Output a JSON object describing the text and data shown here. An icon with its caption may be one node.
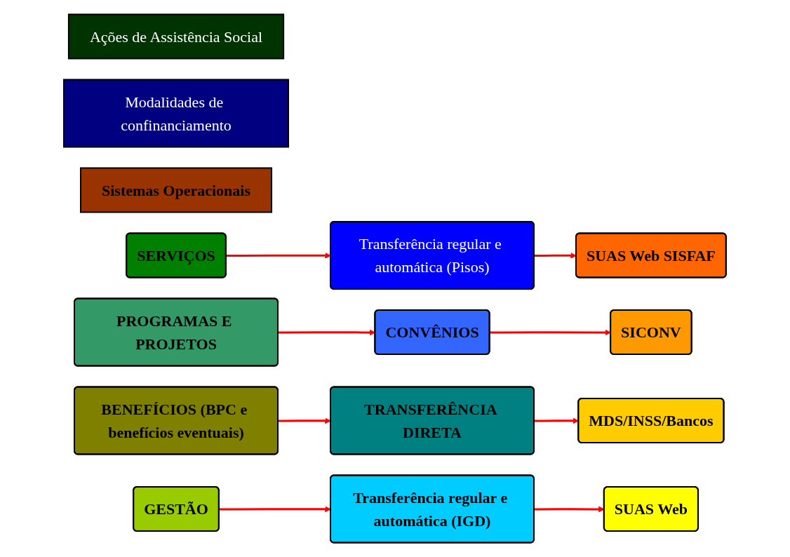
{
  "diagram": {
    "nodes": [
      {
        "text": [
          "Ações de Assistência Social"
        ]
      },
      {
        "text": [
          "Modalidades de confinanciamento"
        ]
      },
      {
        "text": [
          "Sistemas Operacionais"
        ]
      },
      {
        "text": [
          "SERVIÇOS"
        ]
      },
      {
        "text": [
          "Transferência regular e automática (Pisos)"
        ]
      },
      {
        "text": [
          "SUAS Web SISFAF"
        ]
      },
      {
        "text": [
          "PROGRAMAS E PROJETOS"
        ]
      },
      {
        "text": [
          "CONVÊNIOS"
        ]
      },
      {
        "text": [
          "SICONV"
        ]
      },
      {
        "text": [
          "BENEFÍCIOS (BPC e benefícios eventuais)"
        ]
      },
      {
        "text": [
          "TRANSFERÊNCIA DIRETA"
        ]
      },
      {
        "text": [
          "MDS/INSS/Bancos"
        ]
      },
      {
        "text": [
          "GESTÃO"
        ]
      },
      {
        "text": [
          "Transferência regular e automática (IGD)"
        ]
      },
      {
        "text": [
          "SUAS Web"
        ]
      }
    ],
    "edges": [
      {
        "from": 3,
        "to": 4,
        "arrow": "to",
        "color": "#ff0000"
      },
      {
        "from": 4,
        "to": 5,
        "arrow": "to",
        "color": "#ff0000"
      },
      {
        "from": 6,
        "to": 7,
        "arrow": "to",
        "color": "#ff0000"
      },
      {
        "from": 7,
        "to": 8,
        "arrow": "to",
        "color": "#ff0000"
      },
      {
        "from": 9,
        "to": 10,
        "arrow": "to",
        "color": "#ff0000"
      },
      {
        "from": 10,
        "to": 11,
        "arrow": "to",
        "color": "#ff0000"
      },
      {
        "from": 12,
        "to": 13,
        "arrow": "to",
        "color": "#ff0000"
      },
      {
        "from": 13,
        "to": 14,
        "arrow": "to",
        "color": "#ff0000"
      }
    ]
  }
}
